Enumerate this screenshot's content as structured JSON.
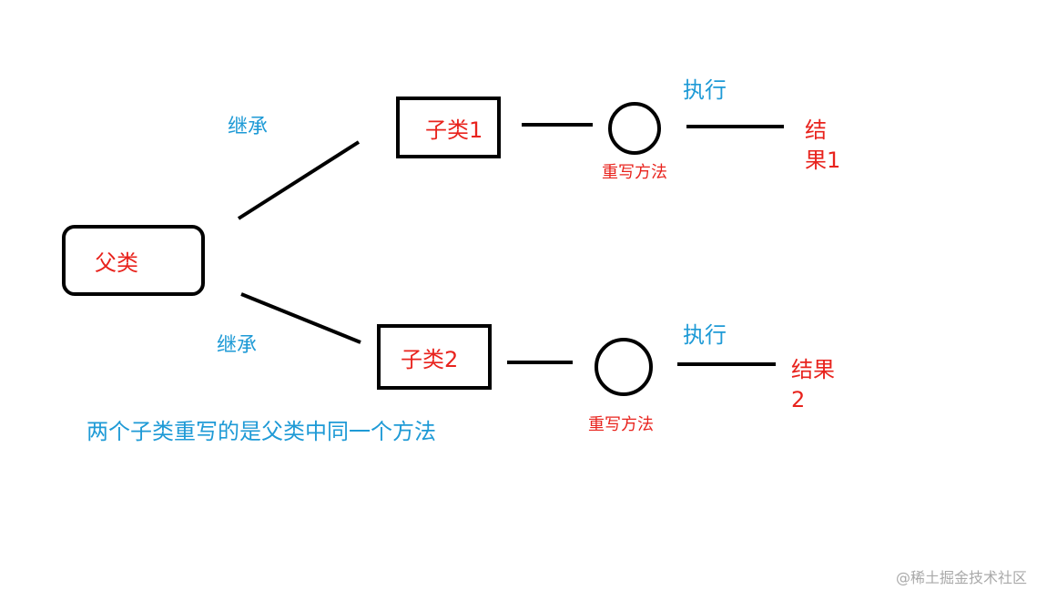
{
  "nodes": {
    "parent": "父类",
    "child1": "子类1",
    "child2": "子类2"
  },
  "edges": {
    "inherit_top": "继承",
    "inherit_bottom": "继承",
    "execute_top": "执行",
    "execute_bottom": "执行"
  },
  "methods": {
    "override_top": "重写方法",
    "override_bottom": "重写方法"
  },
  "results": {
    "result1_line1": "结",
    "result1_line2": "果1",
    "result2_line1": "结果",
    "result2_line2": "2"
  },
  "note": "两个子类重写的是父类中同一个方法",
  "watermark": "@稀土掘金技术社区",
  "colors": {
    "node_text": "#e8231d",
    "edge_text": "#1e9ad6",
    "stroke": "#000000"
  }
}
